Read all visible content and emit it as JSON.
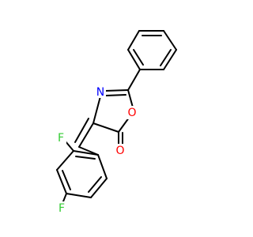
{
  "molecule": {
    "atoms": {
      "n": {
        "symbol": "N",
        "color": "#0000ff"
      },
      "o_ring": {
        "symbol": "O",
        "color": "#ff0000"
      },
      "o_carbonyl": {
        "symbol": "O",
        "color": "#ff0000"
      },
      "f_ortho": {
        "symbol": "F",
        "color": "#33cc33"
      },
      "f_para": {
        "symbol": "F",
        "color": "#33cc33"
      }
    },
    "bond_color": "#000000"
  }
}
